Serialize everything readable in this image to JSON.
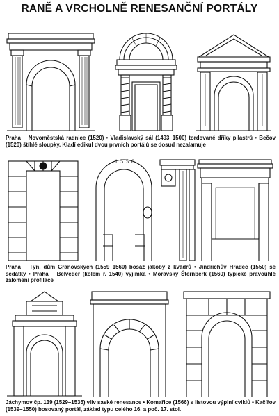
{
  "title": "RANĚ A VRCHOLNĚ RENESANČNÍ PORTÁLY",
  "captions": [
    "Praha – Novoměstská radnice (1520) • Vladislavský sál (1493–1500) tordované dříky pilastrů • Bečov (1520) štíhlé sloupky. Kladí edikul dvou prvních portálů se dosud nezalamuje",
    "Praha – Týn, dům Granovských (1559–1560) bosáž jakoby z kvádrů • Jindřichův Hradec (1550) se sedátky • Praha – Belveder (kolem r. 1540) výjimka • Moravský Šternberk (1560) typické pravoúhlé zalomení profilace",
    "Jáchymov čp. 139 (1529–1535) vliv saské renesance • Komařice (1566) s listovou výplní cviklů • Kačířov (1539–1550) bosovaný portál, základ typu celého 16. a poč. 17. stol."
  ],
  "figures": [
    {
      "id": "novomestska-radnice"
    },
    {
      "id": "vladislavsky-sal"
    },
    {
      "id": "becov"
    },
    {
      "id": "tyn-granovskych"
    },
    {
      "id": "jindrichuv-hradec",
      "date_label": "1 5 5 0"
    },
    {
      "id": "belveder"
    },
    {
      "id": "moravsky-sternberk"
    },
    {
      "id": "jachymov"
    },
    {
      "id": "komarice"
    },
    {
      "id": "kacirov"
    }
  ]
}
